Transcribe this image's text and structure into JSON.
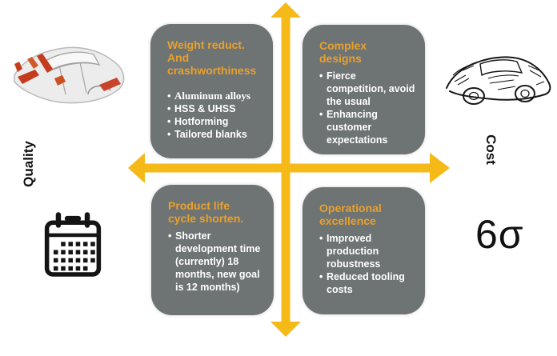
{
  "colors": {
    "box_background": "#6e7373",
    "title_orange": "#e9a12c",
    "arrow_yellow": "#f5ba18",
    "bullet_text": "#ffffff",
    "label_text": "#111111"
  },
  "axes": {
    "left_label": "Quality",
    "right_label": "Cost"
  },
  "annotations": {
    "six_sigma": "6σ"
  },
  "icons": {
    "car_body": "car-body-image",
    "car_sketch": "car-sketch-image",
    "calendar": "calendar-icon",
    "vertical_arrow": "vertical-axis-arrow",
    "horizontal_arrow": "horizontal-axis-arrow"
  },
  "quadrants": {
    "top_left": {
      "title": "Weight reduct. And crashworthiness",
      "bullets": [
        "Aluminum alloys",
        "HSS & UHSS",
        "Hotforming",
        "Tailored blanks"
      ]
    },
    "top_right": {
      "title": "Complex designs",
      "bullets": [
        "Fierce competition, avoid the usual",
        "Enhancing customer expectations"
      ]
    },
    "bottom_left": {
      "title": "Product life cycle shorten.",
      "bullets": [
        "Shorter development time (currently) 18 months, new goal is 12 months)"
      ]
    },
    "bottom_right": {
      "title": "Operational excellence",
      "bullets": [
        "Improved production robustness",
        "Reduced tooling costs"
      ]
    }
  }
}
